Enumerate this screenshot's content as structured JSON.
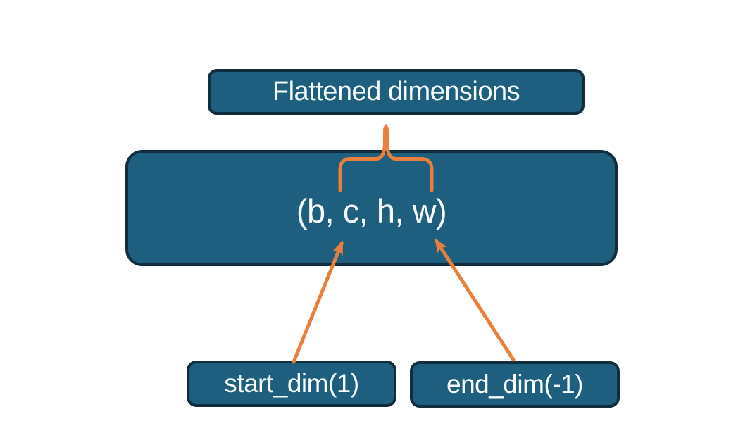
{
  "diagram": {
    "nodes": {
      "flattened": {
        "label": "Flattened dimensions"
      },
      "tensor": {
        "label": "(b, c, h, w)"
      },
      "start_dim": {
        "label": "start_dim(1)"
      },
      "end_dim": {
        "label": "end_dim(-1)"
      }
    },
    "colors": {
      "box_fill": "#1E5E7E",
      "box_border": "#112C3A",
      "accent_orange": "#E8803C",
      "text_color": "#FAFDFD",
      "background": "#FFFFFF"
    }
  }
}
